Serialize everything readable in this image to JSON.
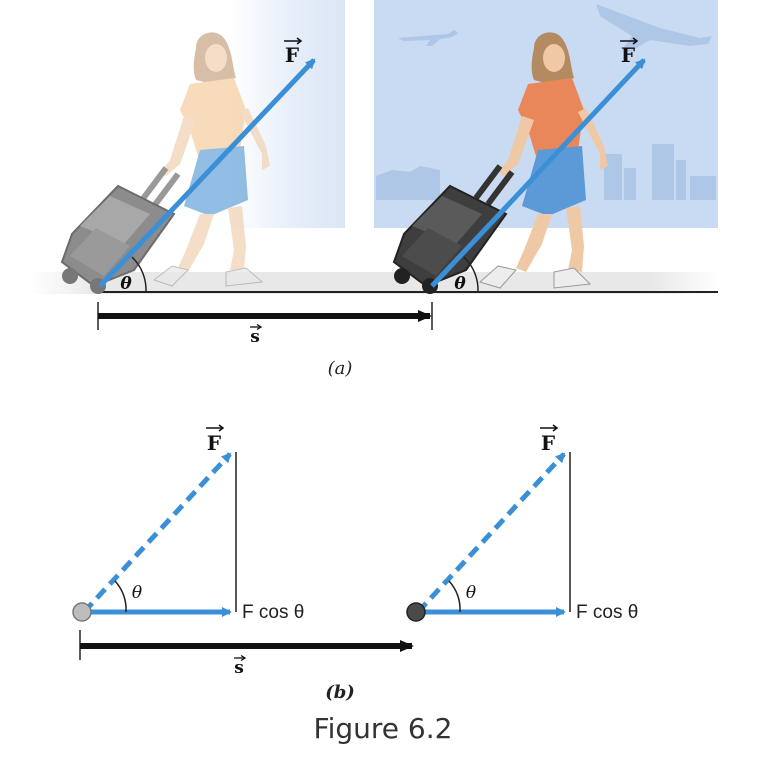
{
  "panel_a": {
    "force_label": "F",
    "angle_label": "θ",
    "displacement_label": "s",
    "sublabel": "(a)"
  },
  "panel_b": {
    "force_label": "F",
    "angle_label": "θ",
    "component_label": "F cos θ",
    "displacement_label": "s",
    "sublabel": "(b)"
  },
  "caption": "Figure 6.2",
  "colors": {
    "force_arrow": "#3b8fd6",
    "background_panel": "#c9dbf2",
    "shirt_light": "#f6cfa3",
    "shirt_dark": "#e9875a",
    "skirt": "#6ea7dc",
    "luggage_light": "#8c8c8c",
    "luggage_dark": "#3e3e3e"
  }
}
